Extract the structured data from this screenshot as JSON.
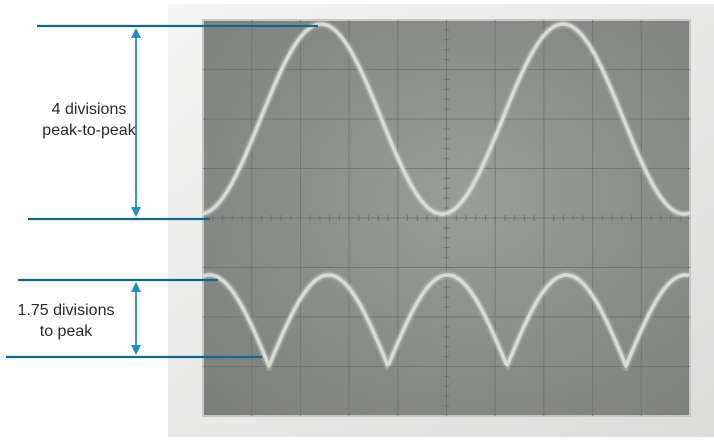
{
  "annotations": {
    "top": {
      "line1": "4 divisions",
      "line2": "peak-to-peak"
    },
    "bottom": {
      "line1": "1.75 divisions",
      "line2": "to peak"
    }
  },
  "colors": {
    "annotation_line": "#0d6b86",
    "arrow": "#1f8fc0",
    "bezel": "#e6e7e6",
    "screen": "#8a8d89",
    "grid": "#6f726e",
    "trace": "#d9dcd6"
  }
}
